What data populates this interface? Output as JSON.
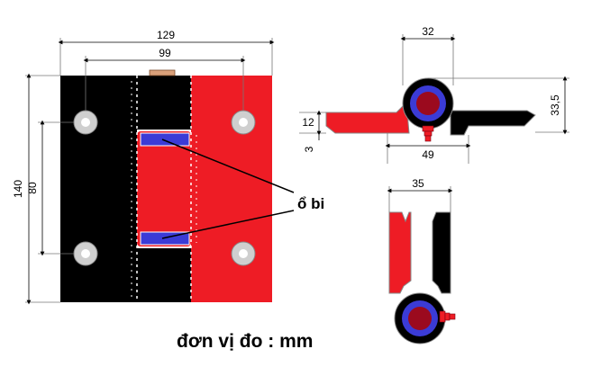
{
  "front_view": {
    "dim_total_width": "129",
    "dim_hole_spacing_h": "99",
    "dim_total_height": "140",
    "dim_hole_spacing_v": "80"
  },
  "top_view": {
    "dim_knuckle_width": "32",
    "dim_height": "33,5",
    "dim_leaf_thickness": "12",
    "dim_small": "3",
    "dim_leaf_span": "49"
  },
  "side_view": {
    "dim_width": "35"
  },
  "callout_label": "ổ bi",
  "unit_label": "đơn vị đo : mm",
  "colors": {
    "red_leaf": "#ee1c25",
    "black_leaf": "#000000",
    "bearing_blue": "#3b3bd6",
    "bearing_core": "#9b0a1e",
    "hole_gray": "#cfcfcf"
  }
}
